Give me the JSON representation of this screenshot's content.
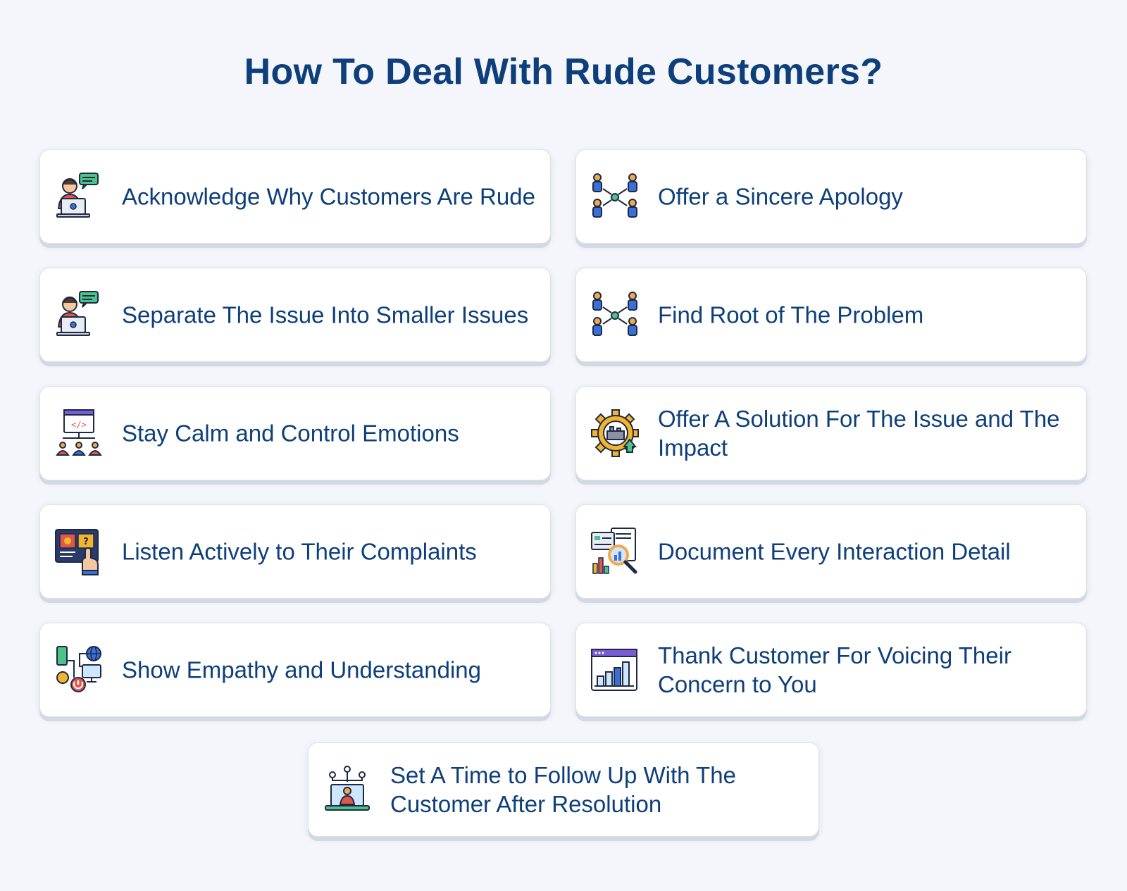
{
  "title": "How To Deal With Rude Customers?",
  "items": [
    {
      "label": "Acknowledge Why Customers Are Rude",
      "icon": "support-agent-icon"
    },
    {
      "label": "Offer a Sincere Apology",
      "icon": "team-network-icon"
    },
    {
      "label": "Separate The Issue Into Smaller Issues",
      "icon": "support-agent-icon"
    },
    {
      "label": "Find Root of The Problem",
      "icon": "team-network-icon"
    },
    {
      "label": "Stay Calm and Control Emotions",
      "icon": "code-team-icon"
    },
    {
      "label": "Offer A Solution For The Issue and The Impact",
      "icon": "gear-factory-icon"
    },
    {
      "label": "Listen Actively to Their Complaints",
      "icon": "touch-screen-icon"
    },
    {
      "label": "Document Every Interaction Detail",
      "icon": "report-magnifier-icon"
    },
    {
      "label": "Show Empathy and Understanding",
      "icon": "devices-network-icon"
    },
    {
      "label": "Thank Customer For Voicing Their Concern to You",
      "icon": "bar-chart-window-icon"
    },
    {
      "label": "Set A Time to Follow Up With The Customer After Resolution",
      "icon": "laptop-user-network-icon"
    }
  ],
  "colors": {
    "background": "#f4f6fb",
    "text": "#0d3f7a",
    "card": "#ffffff"
  }
}
